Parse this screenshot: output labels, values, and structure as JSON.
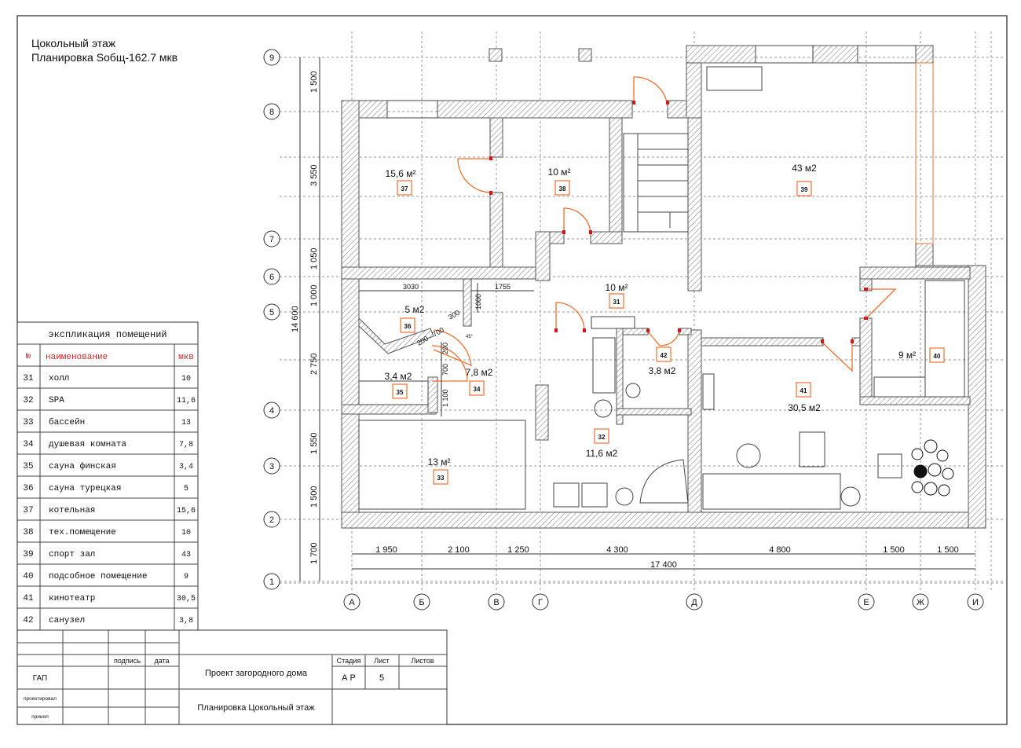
{
  "header": {
    "title_line1": "Цокольный этаж",
    "title_line2": "Планировка Sобщ-162.7 мкв"
  },
  "explication": {
    "title": "экспликация помещений",
    "col_num": "№",
    "col_name": "наименование",
    "col_area": "мкв",
    "rows": [
      {
        "num": "31",
        "name": "холл",
        "area": "10"
      },
      {
        "num": "32",
        "name": "SPA",
        "area": "11,6"
      },
      {
        "num": "33",
        "name": "бассейн",
        "area": "13"
      },
      {
        "num": "34",
        "name": "душевая комната",
        "area": "7,8"
      },
      {
        "num": "35",
        "name": "сауна финская",
        "area": "3,4"
      },
      {
        "num": "36",
        "name": "сауна турецкая",
        "area": "5"
      },
      {
        "num": "37",
        "name": "котельная",
        "area": "15,6"
      },
      {
        "num": "38",
        "name": "тех.помещение",
        "area": "10"
      },
      {
        "num": "39",
        "name": "спорт зал",
        "area": "43"
      },
      {
        "num": "40",
        "name": "подсобное помещение",
        "area": "9"
      },
      {
        "num": "41",
        "name": "кинотеатр",
        "area": "30,5"
      },
      {
        "num": "42",
        "name": "санузел",
        "area": "3,8"
      }
    ]
  },
  "title_block": {
    "signature": "подпись",
    "date": "дата",
    "gap": "ГАП",
    "designed": "проектировал",
    "accepted": "принял",
    "project": "Проект загородного дома",
    "sheet_title": "Планировка Цокольный этаж",
    "stage_label": "Стадия",
    "sheet_label": "Лист",
    "sheets_label": "Листов",
    "stage": "А Р",
    "sheet": "5"
  },
  "rooms": [
    {
      "num": "37",
      "area": "15,6 м²"
    },
    {
      "num": "38",
      "area": "10 м²"
    },
    {
      "num": "39",
      "area": "43 м2"
    },
    {
      "num": "31",
      "area": "10 м²"
    },
    {
      "num": "36",
      "area": "5 м2"
    },
    {
      "num": "42",
      "area": "3,8 м2"
    },
    {
      "num": "34",
      "area": "7,8 м2"
    },
    {
      "num": "35",
      "area": "3,4 м2"
    },
    {
      "num": "40",
      "area": "9 м²"
    },
    {
      "num": "41",
      "area": "30,5 м2"
    },
    {
      "num": "32",
      "area": "11,6 м2"
    },
    {
      "num": "33",
      "area": "13 м²"
    }
  ],
  "axes": {
    "columns": [
      "А",
      "Б",
      "В",
      "Г",
      "Д",
      "Е",
      "Ж",
      "И"
    ],
    "rows": [
      "9",
      "8",
      "7",
      "6",
      "5",
      "4",
      "3",
      "2",
      "1"
    ]
  },
  "dimensions": {
    "horizontal": [
      "1 950",
      "2 100",
      "1 250",
      "4 300",
      "4 800",
      "1 500",
      "1 500"
    ],
    "horizontal_total": "17 400",
    "vertical": [
      "1 500",
      "3 550",
      "1 050",
      "1 000",
      "2 750",
      "1 550",
      "1 500",
      "1 700"
    ],
    "vertical_total": "14 600",
    "interior": [
      "3030",
      "1755",
      "1000",
      "200",
      "700",
      "300",
      "200",
      "700",
      "1 100",
      "45°"
    ]
  }
}
